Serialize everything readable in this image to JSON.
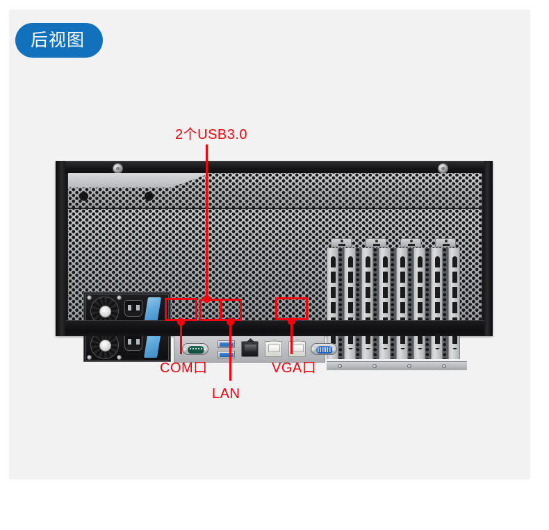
{
  "badge": {
    "label": "后视图"
  },
  "product": {
    "view": "rear-view",
    "chassis_form": "4U rack server rear panel"
  },
  "annotations": [
    {
      "id": "usb",
      "label": "2个USB3.0",
      "target": "usb3-ports",
      "color": "#f5000c",
      "position": "top"
    },
    {
      "id": "com",
      "label": "COM口",
      "target": "com-port",
      "color": "#f5000c",
      "position": "bottom-left"
    },
    {
      "id": "lan",
      "label": "LAN",
      "target": "lan-port",
      "color": "#f5000c",
      "position": "bottom-center"
    },
    {
      "id": "vga",
      "label": "VGA口",
      "target": "vga-port",
      "color": "#f5000c",
      "position": "bottom-right"
    }
  ],
  "io_panel": {
    "ports": [
      {
        "name": "COM",
        "type": "DB9 serial",
        "count": 1,
        "color": "#1e6b56"
      },
      {
        "name": "USB3.0",
        "type": "USB Type-A",
        "count": 2,
        "color": "#3f8ed8"
      },
      {
        "name": "LAN",
        "type": "RJ45",
        "count": 1,
        "color": "#2a2b2d"
      },
      {
        "name": "LAN",
        "type": "RJ45",
        "count": 2,
        "color": "#f3f2ee"
      },
      {
        "name": "VGA",
        "type": "DE-15",
        "count": 1,
        "color": "#3f7fd0"
      }
    ]
  },
  "psu": {
    "modules": 2,
    "handle_color": "#5fa9dc",
    "inlet": "IEC C14"
  },
  "expansion": {
    "slot_count": 8,
    "top_tabs": 4
  },
  "colors": {
    "badge_background": "#1271bd",
    "badge_text": "#ffffff",
    "annotation": "#f5000c",
    "panel_background": "#f2f2f2",
    "page_background": "#ffffff"
  }
}
